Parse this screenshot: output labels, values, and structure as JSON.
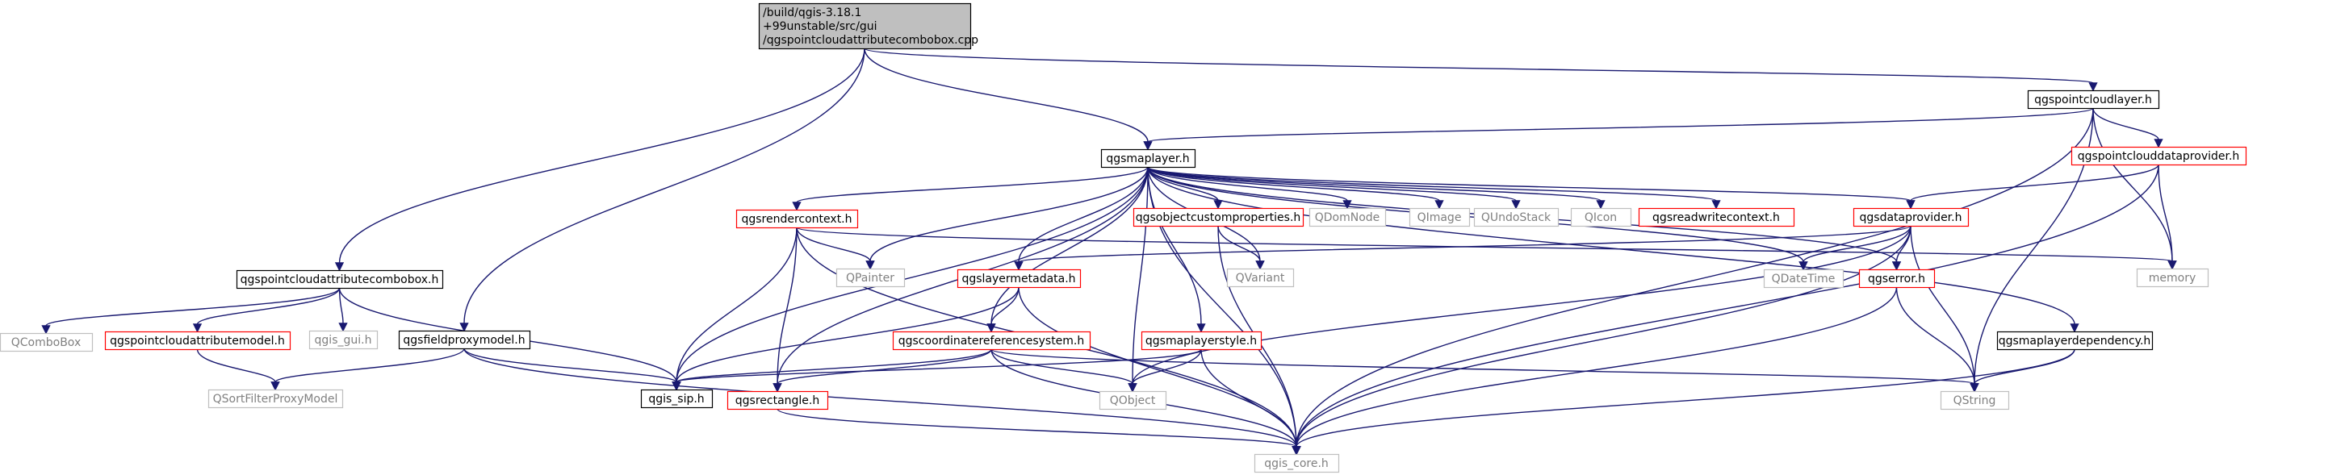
{
  "nodes": [
    {
      "id": "root",
      "lines": [
        "/build/qgis-3.18.1",
        "+99unstable/src/gui",
        "/qgspointcloudattributecombobox.cpp"
      ],
      "style": "root"
    },
    {
      "id": "qgspointcloudlayer",
      "lines": [
        "qgspointcloudlayer.h"
      ],
      "style": "black"
    },
    {
      "id": "qgsmaplayer",
      "lines": [
        "qgsmaplayer.h"
      ],
      "style": "black"
    },
    {
      "id": "qgspointclouddataprovider",
      "lines": [
        "qgspointclouddataprovider.h"
      ],
      "style": "red"
    },
    {
      "id": "qgsrendercontext",
      "lines": [
        "qgsrendercontext.h"
      ],
      "style": "red"
    },
    {
      "id": "qgsobjectcustomproperties",
      "lines": [
        "qgsobjectcustomproperties.h"
      ],
      "style": "red"
    },
    {
      "id": "QDomNode",
      "lines": [
        "QDomNode"
      ],
      "style": "gray"
    },
    {
      "id": "QImage",
      "lines": [
        "QImage"
      ],
      "style": "gray"
    },
    {
      "id": "QUndoStack",
      "lines": [
        "QUndoStack"
      ],
      "style": "gray"
    },
    {
      "id": "QIcon",
      "lines": [
        "QIcon"
      ],
      "style": "gray"
    },
    {
      "id": "qgsreadwritecontext",
      "lines": [
        "qgsreadwritecontext.h"
      ],
      "style": "red"
    },
    {
      "id": "qgsdataprovider",
      "lines": [
        "qgsdataprovider.h"
      ],
      "style": "red"
    },
    {
      "id": "qgspointcloudattributecombobox",
      "lines": [
        "qgspointcloudattributecombobox.h"
      ],
      "style": "black"
    },
    {
      "id": "QPainter",
      "lines": [
        "QPainter"
      ],
      "style": "gray"
    },
    {
      "id": "QVariant",
      "lines": [
        "QVariant"
      ],
      "style": "gray"
    },
    {
      "id": "qgslayermetadata",
      "lines": [
        "qgslayermetadata.h"
      ],
      "style": "red"
    },
    {
      "id": "QDateTime",
      "lines": [
        "QDateTime"
      ],
      "style": "gray"
    },
    {
      "id": "qgserror",
      "lines": [
        "qgserror.h"
      ],
      "style": "red"
    },
    {
      "id": "memory",
      "lines": [
        "memory"
      ],
      "style": "gray"
    },
    {
      "id": "QComboBox",
      "lines": [
        "QComboBox"
      ],
      "style": "gray"
    },
    {
      "id": "qgspointcloudattributemodel",
      "lines": [
        "qgspointcloudattributemodel.h"
      ],
      "style": "red"
    },
    {
      "id": "qgis_gui",
      "lines": [
        "qgis_gui.h"
      ],
      "style": "gray"
    },
    {
      "id": "qgsfieldproxymodel",
      "lines": [
        "qgsfieldproxymodel.h"
      ],
      "style": "black"
    },
    {
      "id": "qgscoordinatereferencesystem",
      "lines": [
        "qgscoordinatereferencesystem.h"
      ],
      "style": "red"
    },
    {
      "id": "qgsmaplayerstyle",
      "lines": [
        "qgsmaplayerstyle.h"
      ],
      "style": "red"
    },
    {
      "id": "qgsmaplayerdependency",
      "lines": [
        "qgsmaplayerdependency.h"
      ],
      "style": "black"
    },
    {
      "id": "QSortFilterProxyModel",
      "lines": [
        "QSortFilterProxyModel"
      ],
      "style": "gray"
    },
    {
      "id": "qgis_sip",
      "lines": [
        "qgis_sip.h"
      ],
      "style": "black"
    },
    {
      "id": "qgsrectangle",
      "lines": [
        "qgsrectangle.h"
      ],
      "style": "red"
    },
    {
      "id": "QObject",
      "lines": [
        "QObject"
      ],
      "style": "gray"
    },
    {
      "id": "QString",
      "lines": [
        "QString"
      ],
      "style": "gray"
    },
    {
      "id": "qgis_core",
      "lines": [
        "qgis_core.h"
      ],
      "style": "gray"
    }
  ],
  "edges": [
    [
      "root",
      "qgspointcloudlayer"
    ],
    [
      "root",
      "qgsmaplayer"
    ],
    [
      "root",
      "qgspointcloudattributecombobox"
    ],
    [
      "root",
      "qgsfieldproxymodel"
    ],
    [
      "qgspointcloudlayer",
      "qgsmaplayer"
    ],
    [
      "qgspointcloudlayer",
      "qgspointclouddataprovider"
    ],
    [
      "qgspointcloudlayer",
      "memory"
    ],
    [
      "qgspointcloudlayer",
      "QString"
    ],
    [
      "qgspointcloudlayer",
      "qgis_core"
    ],
    [
      "qgspointclouddataprovider",
      "qgsdataprovider"
    ],
    [
      "qgspointclouddataprovider",
      "memory"
    ],
    [
      "qgspointclouddataprovider",
      "qgis_core"
    ],
    [
      "qgsmaplayer",
      "qgsrendercontext"
    ],
    [
      "qgsmaplayer",
      "qgsobjectcustomproperties"
    ],
    [
      "qgsmaplayer",
      "QDomNode"
    ],
    [
      "qgsmaplayer",
      "QImage"
    ],
    [
      "qgsmaplayer",
      "QUndoStack"
    ],
    [
      "qgsmaplayer",
      "QIcon"
    ],
    [
      "qgsmaplayer",
      "qgsreadwritecontext"
    ],
    [
      "qgsmaplayer",
      "qgsdataprovider"
    ],
    [
      "qgsmaplayer",
      "QPainter"
    ],
    [
      "qgsmaplayer",
      "QVariant"
    ],
    [
      "qgsmaplayer",
      "qgslayermetadata"
    ],
    [
      "qgsmaplayer",
      "QDateTime"
    ],
    [
      "qgsmaplayer",
      "qgserror"
    ],
    [
      "qgsmaplayer",
      "qgsmaplayerdependency"
    ],
    [
      "qgsmaplayer",
      "qgscoordinatereferencesystem"
    ],
    [
      "qgsmaplayer",
      "qgsmaplayerstyle"
    ],
    [
      "qgsmaplayer",
      "qgis_sip"
    ],
    [
      "qgsmaplayer",
      "qgsrectangle"
    ],
    [
      "qgsmaplayer",
      "QObject"
    ],
    [
      "qgsmaplayer",
      "qgis_core"
    ],
    [
      "qgsrendercontext",
      "QPainter"
    ],
    [
      "qgsrendercontext",
      "memory"
    ],
    [
      "qgsrendercontext",
      "qgis_sip"
    ],
    [
      "qgsrendercontext",
      "qgsrectangle"
    ],
    [
      "qgsrendercontext",
      "qgis_core"
    ],
    [
      "qgsobjectcustomproperties",
      "QVariant"
    ],
    [
      "qgsobjectcustomproperties",
      "qgis_core"
    ],
    [
      "qgsdataprovider",
      "qgslayermetadata"
    ],
    [
      "qgsdataprovider",
      "QDateTime"
    ],
    [
      "qgsdataprovider",
      "qgserror"
    ],
    [
      "qgsdataprovider",
      "QObject"
    ],
    [
      "qgsdataprovider",
      "QString"
    ],
    [
      "qgsdataprovider",
      "qgis_core"
    ],
    [
      "qgslayermetadata",
      "qgscoordinatereferencesystem"
    ],
    [
      "qgslayermetadata",
      "qgis_sip"
    ],
    [
      "qgslayermetadata",
      "qgis_core"
    ],
    [
      "qgserror",
      "QString"
    ],
    [
      "qgserror",
      "qgis_core"
    ],
    [
      "qgscoordinatereferencesystem",
      "qgis_sip"
    ],
    [
      "qgscoordinatereferencesystem",
      "qgsrectangle"
    ],
    [
      "qgscoordinatereferencesystem",
      "QObject"
    ],
    [
      "qgscoordinatereferencesystem",
      "QString"
    ],
    [
      "qgscoordinatereferencesystem",
      "qgis_core"
    ],
    [
      "qgsmaplayerstyle",
      "qgis_sip"
    ],
    [
      "qgsmaplayerstyle",
      "QObject"
    ],
    [
      "qgsmaplayerstyle",
      "qgis_core"
    ],
    [
      "qgsmaplayerdependency",
      "QString"
    ],
    [
      "qgsmaplayerdependency",
      "qgis_core"
    ],
    [
      "qgsrectangle",
      "qgis_core"
    ],
    [
      "qgspointcloudattributecombobox",
      "QComboBox"
    ],
    [
      "qgspointcloudattributecombobox",
      "qgspointcloudattributemodel"
    ],
    [
      "qgspointcloudattributecombobox",
      "qgis_gui"
    ],
    [
      "qgspointcloudattributecombobox",
      "qgis_sip"
    ],
    [
      "qgspointcloudattributemodel",
      "QSortFilterProxyModel"
    ],
    [
      "qgsfieldproxymodel",
      "QSortFilterProxyModel"
    ],
    [
      "qgsfieldproxymodel",
      "qgis_sip"
    ],
    [
      "qgsfieldproxymodel",
      "qgis_core"
    ]
  ],
  "colors": {
    "edge": "#191970",
    "root_fill": "#bfbfbf",
    "black_border": "#000000",
    "red_border": "#ff0000",
    "gray_border": "#bfbfbf",
    "text_dark": "#000000",
    "text_gray": "#808080"
  }
}
